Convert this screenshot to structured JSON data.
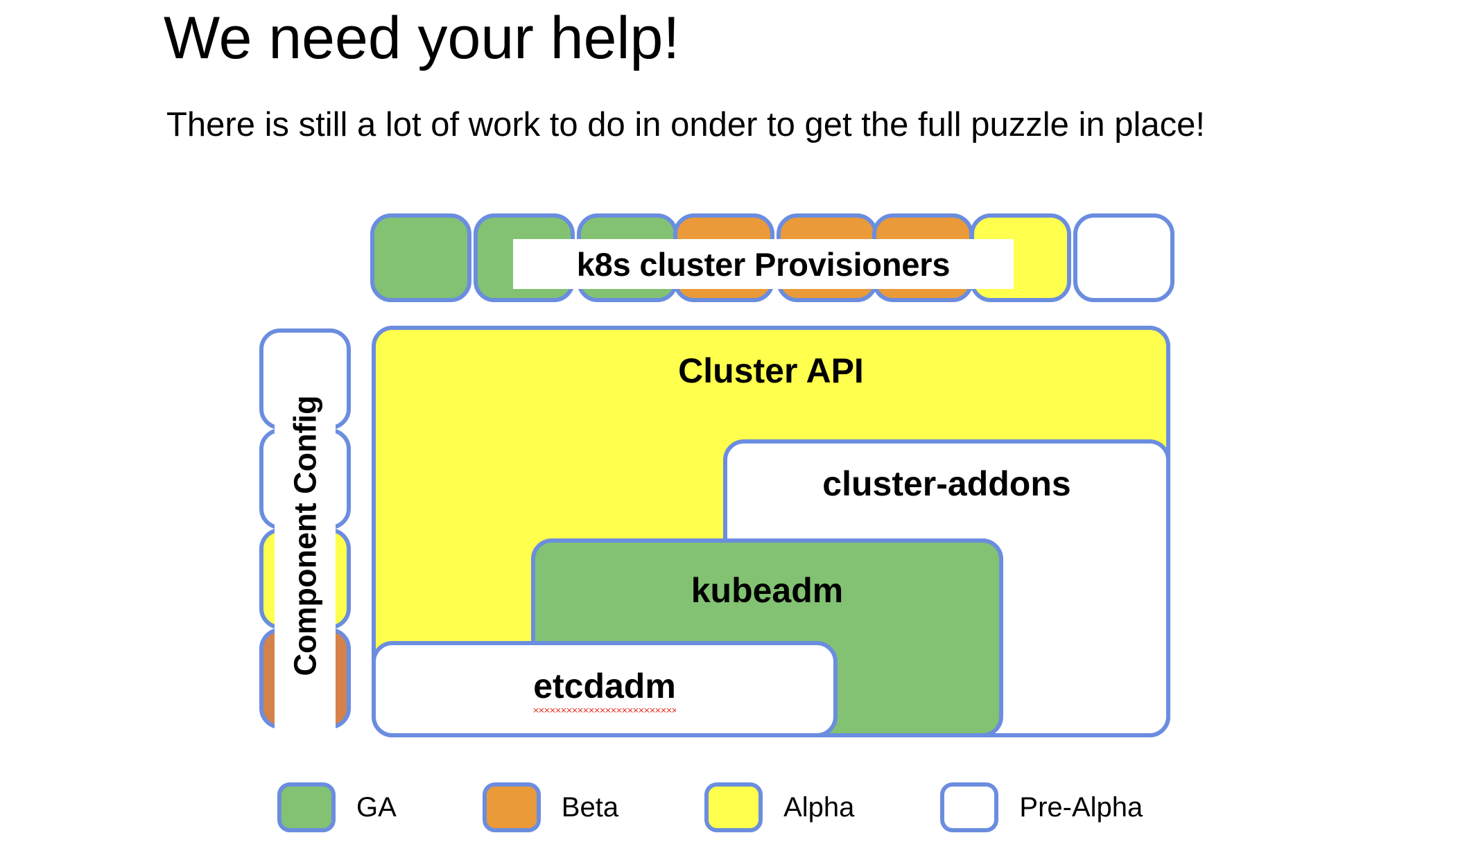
{
  "slide": {
    "title": "We need your help!",
    "subtitle": "There is still a lot of work to do in onder to get the full puzzle in place!"
  },
  "provisioners": {
    "band_label": "k8s cluster Provisioners",
    "boxes": [
      {
        "status": "GA",
        "color": "#82c272"
      },
      {
        "status": "GA",
        "color": "#82c272"
      },
      {
        "status": "GA",
        "color": "#82c272"
      },
      {
        "status": "Beta",
        "color": "#ea9a38"
      },
      {
        "status": "Beta",
        "color": "#ea9a38"
      },
      {
        "status": "Beta",
        "color": "#ea9a38"
      },
      {
        "status": "Alpha",
        "color": "#ffff4d"
      },
      {
        "status": "Pre-Alpha",
        "color": "#ffffff"
      }
    ]
  },
  "component_config": {
    "band_label": "Component Config",
    "boxes": [
      {
        "status": "Pre-Alpha",
        "color": "#ffffff"
      },
      {
        "status": "Pre-Alpha",
        "color": "#ffffff"
      },
      {
        "status": "Alpha",
        "color": "#ffff4d"
      },
      {
        "status": "Beta",
        "color": "#d4824a"
      }
    ]
  },
  "diagram": {
    "cluster_api": {
      "label": "Cluster API",
      "status": "Alpha",
      "color": "#ffff4d"
    },
    "cluster_addons": {
      "label": "cluster-addons",
      "status": "Pre-Alpha",
      "color": "#ffffff"
    },
    "kubeadm": {
      "label": "kubeadm",
      "status": "GA",
      "color": "#82c272"
    },
    "etcdadm": {
      "label": "etcdadm",
      "status": "Pre-Alpha",
      "color": "#ffffff",
      "spellcheck_underline": true
    }
  },
  "legend": {
    "items": [
      {
        "label": "GA",
        "color": "#82c272"
      },
      {
        "label": "Beta",
        "color": "#ea9a38"
      },
      {
        "label": "Alpha",
        "color": "#ffff4d"
      },
      {
        "label": "Pre-Alpha",
        "color": "#ffffff"
      }
    ]
  },
  "colors": {
    "border": "#6b8ddf",
    "ga": "#82c272",
    "beta": "#ea9a38",
    "beta_muted": "#d4824a",
    "alpha": "#ffff4d",
    "prealpha": "#ffffff",
    "spellcheck": "#e2372b",
    "text": "#000000",
    "background": "#ffffff"
  }
}
